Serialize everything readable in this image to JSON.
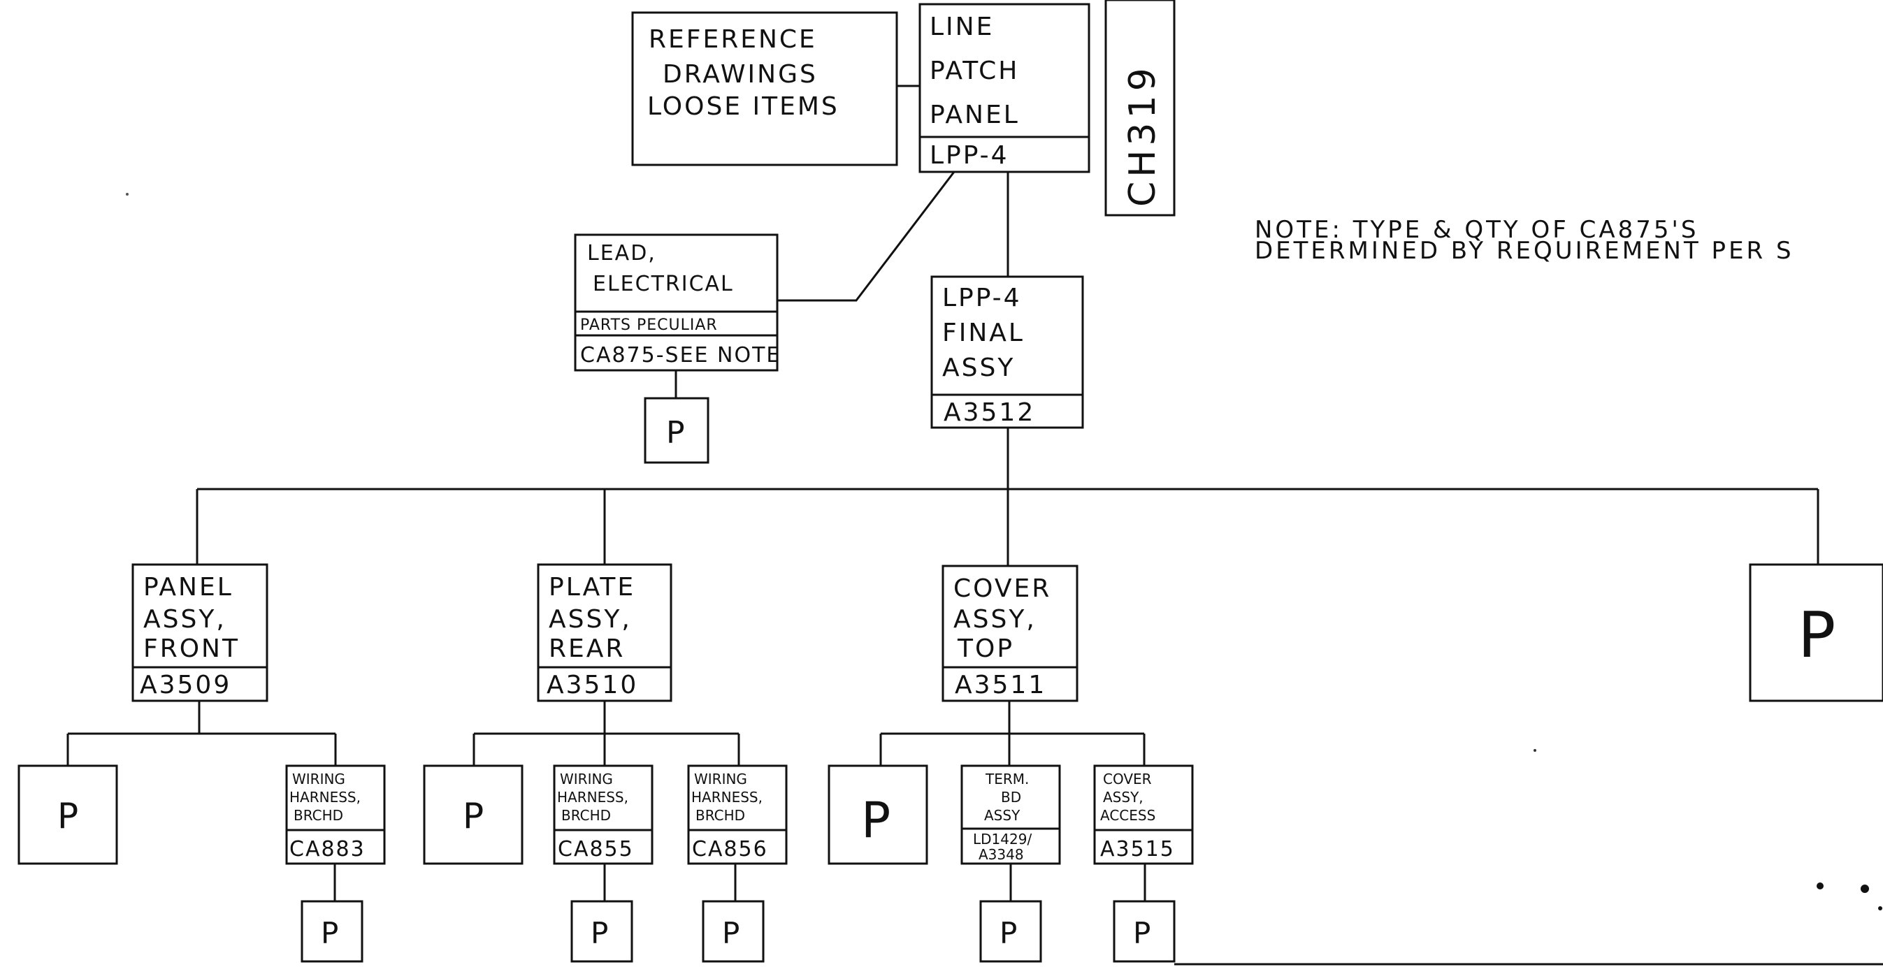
{
  "reference_box": {
    "lines": [
      "REFERENCE",
      "DRAWINGS",
      "LOOSE ITEMS"
    ]
  },
  "top_box": {
    "lines": [
      "LINE",
      "PATCH",
      "PANEL"
    ],
    "code": "LPP-4"
  },
  "vertical_label": "CH319",
  "note": {
    "line1": "NOTE: TYPE & QTY OF CA875'S",
    "line2": "DETERMINED BY REQUIREMENT PER S"
  },
  "lead_box": {
    "lines": [
      "LEAD,",
      "ELECTRICAL"
    ],
    "sub": "PARTS PECULIAR",
    "code": "CA875-SEE NOTE"
  },
  "final_box": {
    "lines": [
      "LPP-4",
      "FINAL",
      "ASSY"
    ],
    "code": "A3512"
  },
  "panel_box": {
    "lines": [
      "PANEL",
      "ASSY,",
      "FRONT"
    ],
    "code": "A3509"
  },
  "plate_box": {
    "lines": [
      "PLATE",
      "ASSY,",
      "REAR"
    ],
    "code": "A3510"
  },
  "cover_box": {
    "lines": [
      "COVER",
      "ASSY,",
      "TOP"
    ],
    "code": "A3511"
  },
  "harness_883": {
    "lines": [
      "WIRING",
      "HARNESS,",
      "BRCHD"
    ],
    "code": "CA883"
  },
  "harness_855": {
    "lines": [
      "WIRING",
      "HARNESS,",
      "BRCHD"
    ],
    "code": "CA855"
  },
  "harness_856": {
    "lines": [
      "WIRING",
      "HARNESS,",
      "BRCHD"
    ],
    "code": "CA856"
  },
  "term_box": {
    "lines": [
      "TERM.",
      "BD",
      "ASSY"
    ],
    "code1": "LD1429/",
    "code2": "A3348"
  },
  "access_box": {
    "lines": [
      "COVER",
      "ASSY,",
      "ACCESS"
    ],
    "code": "A3515"
  },
  "p_label": "P"
}
